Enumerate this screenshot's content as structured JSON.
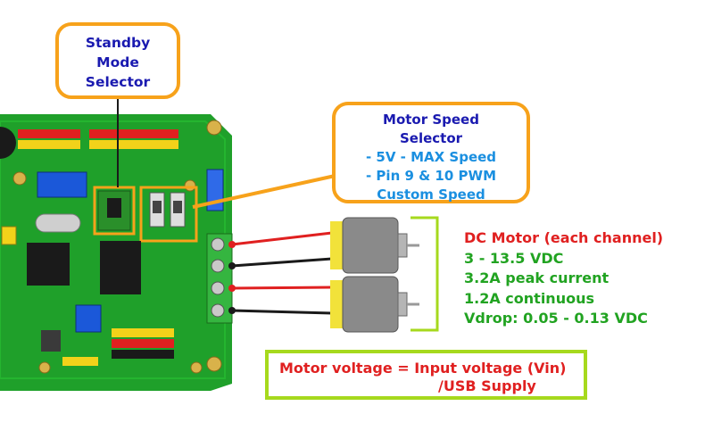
{
  "callouts": {
    "standby": [
      "Standby",
      "Mode",
      "Selector"
    ],
    "speed": {
      "title": [
        "Motor Speed",
        "Selector"
      ],
      "options": [
        "- 5V - MAX Speed",
        "- Pin 9 & 10 PWM",
        "Custom Speed"
      ]
    }
  },
  "motor_specs": {
    "title": "DC Motor (each channel)",
    "lines": [
      "3 - 13.5 VDC",
      "3.2A peak current",
      "1.2A continuous",
      "Vdrop: 0.05 - 0.13 VDC"
    ]
  },
  "supply_note": [
    "Motor voltage = Input voltage (Vin)",
    "/USB Supply"
  ],
  "colors": {
    "callout_border": "#f7a21b",
    "callout_title": "#1a1ab0",
    "callout_option": "#1a8fe0",
    "spec_title": "#e02020",
    "spec_line": "#21a321",
    "supply_border": "#a6d91d",
    "supply_text": "#e02020",
    "pcb": "#1fa02a"
  }
}
